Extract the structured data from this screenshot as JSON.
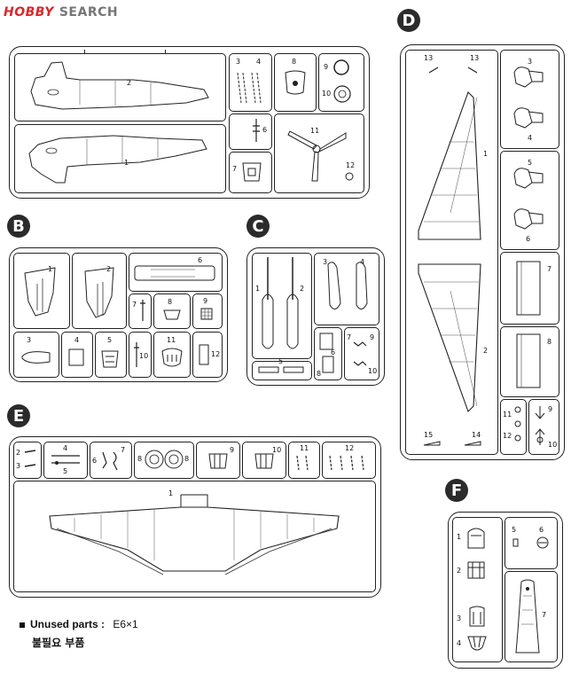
{
  "header": {
    "logo_red": "HOBBY",
    "logo_gray": "SEARCH"
  },
  "sprues": {
    "A": {
      "letter": "",
      "labels": {
        "p1": "1",
        "p2": "2",
        "p3": "3",
        "p4": "4",
        "p6": "6",
        "p7": "7",
        "p8": "8",
        "p9": "9",
        "p10": "10",
        "p11": "11",
        "p12": "12"
      }
    },
    "B": {
      "letter": "B",
      "labels": {
        "p1": "1",
        "p2": "2",
        "p3": "3",
        "p4": "4",
        "p5": "5",
        "p6": "6",
        "p7": "7",
        "p8": "8",
        "p9": "9",
        "p10": "10",
        "p11": "11",
        "p12": "12"
      }
    },
    "C": {
      "letter": "C",
      "labels": {
        "p1": "1",
        "p2": "2",
        "p3": "3",
        "p4": "4",
        "p5": "5",
        "p6": "6",
        "p7": "7",
        "p8": "8",
        "p9": "9",
        "p10": "10"
      }
    },
    "D": {
      "letter": "D",
      "labels": {
        "p1": "1",
        "p2": "2",
        "p3": "3",
        "p4": "4",
        "p5": "5",
        "p6": "6",
        "p7": "7",
        "p8": "8",
        "p9": "9",
        "p10": "10",
        "p11": "11",
        "p12": "12",
        "p13a": "13",
        "p13b": "13",
        "p14": "14",
        "p15": "15"
      }
    },
    "E": {
      "letter": "E",
      "labels": {
        "p1": "1",
        "p2": "2",
        "p3": "3",
        "p4": "4",
        "p5": "5",
        "p6": "6",
        "p7": "7",
        "p8a": "8",
        "p8b": "8",
        "p9": "9",
        "p10": "10",
        "p11": "11",
        "p12": "12"
      }
    },
    "F": {
      "letter": "F",
      "labels": {
        "p1": "1",
        "p2": "2",
        "p3": "3",
        "p4": "4",
        "p5": "5",
        "p6": "6",
        "p7": "7"
      }
    }
  },
  "footer": {
    "unused_label": "Unused parts :",
    "unused_value": "E6×1",
    "unused_korean": "불필요 부품"
  }
}
